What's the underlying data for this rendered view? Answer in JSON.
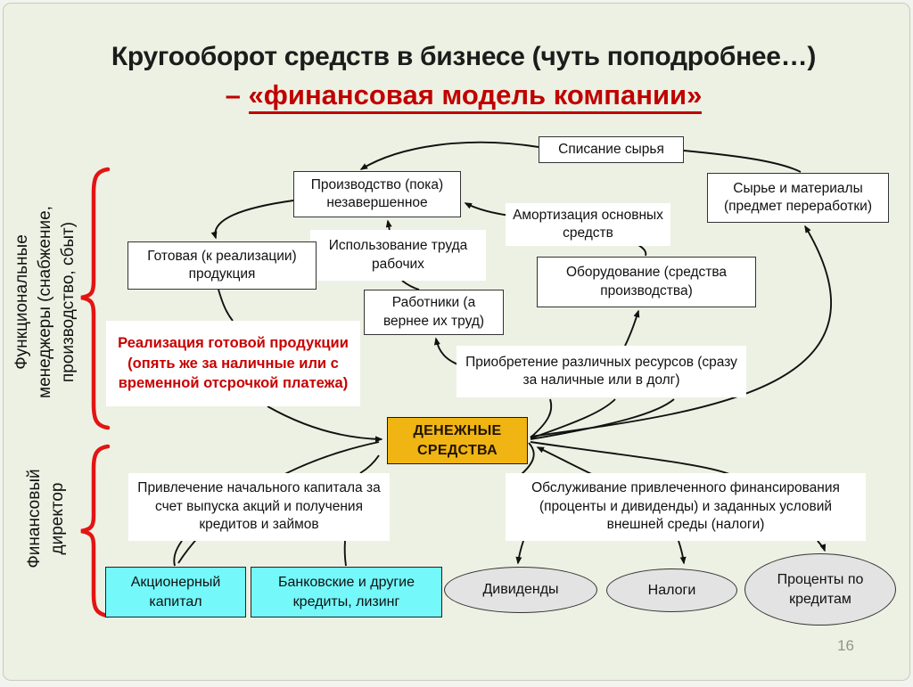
{
  "title": {
    "line1": "Кругооборот средств в бизнесе (чуть поподробнее…)",
    "dash": "– ",
    "line2": "«финансовая модель компании»"
  },
  "left_panel": {
    "functional_managers_label": "Функциональные менеджеры (снабжение, производство, сбыт)",
    "financial_director_label": "Финансовый директор"
  },
  "diagram": {
    "nodes": {
      "spisanie": "Списание сырья",
      "proizvodstvo": "Производство (пока) незавершенное",
      "syrye": "Сырье и материалы (предмет переработки)",
      "amortizacia": "Амортизация основных средств",
      "ispolzovanie": "Использование труда рабочих",
      "gotovaya": "Готовая (к реализации) продукция",
      "oborudovanie": "Оборудование (средства производства)",
      "rabotniki": "Работники (а вернее их труд)",
      "realizacia": "Реализация готовой продукции (опять же за наличные или с временной отсрочкой платежа)",
      "priobretenie": "Приобретение различных ресурсов (сразу за наличные или в долг)",
      "dengi": "ДЕНЕЖНЫЕ СРЕДСТВА",
      "privlechenie": "Привлечение начального капитала за счет выпуска акций и получения кредитов и займов",
      "obsluzhivanie": "Обслуживание привлеченного финансирования (проценты и дивиденды) и заданных условий внешней среды (налоги)",
      "akcionerny": "Акционерный капитал",
      "bankovskie": "Банковские и другие кредиты, лизинг",
      "dividendy": "Дивиденды",
      "nalogi": "Налоги",
      "procenty": "Проценты по кредитам"
    }
  },
  "footer": {
    "page_number": "16"
  },
  "colors": {
    "background": "#edf1e3",
    "accent_red_text": "#c00000",
    "brace_red": "#e31414",
    "money_fill": "#f0b413",
    "cyan_fill": "#74f8fa",
    "ellipse_fill": "#e3e3e3",
    "arrow_black": "#111111"
  }
}
